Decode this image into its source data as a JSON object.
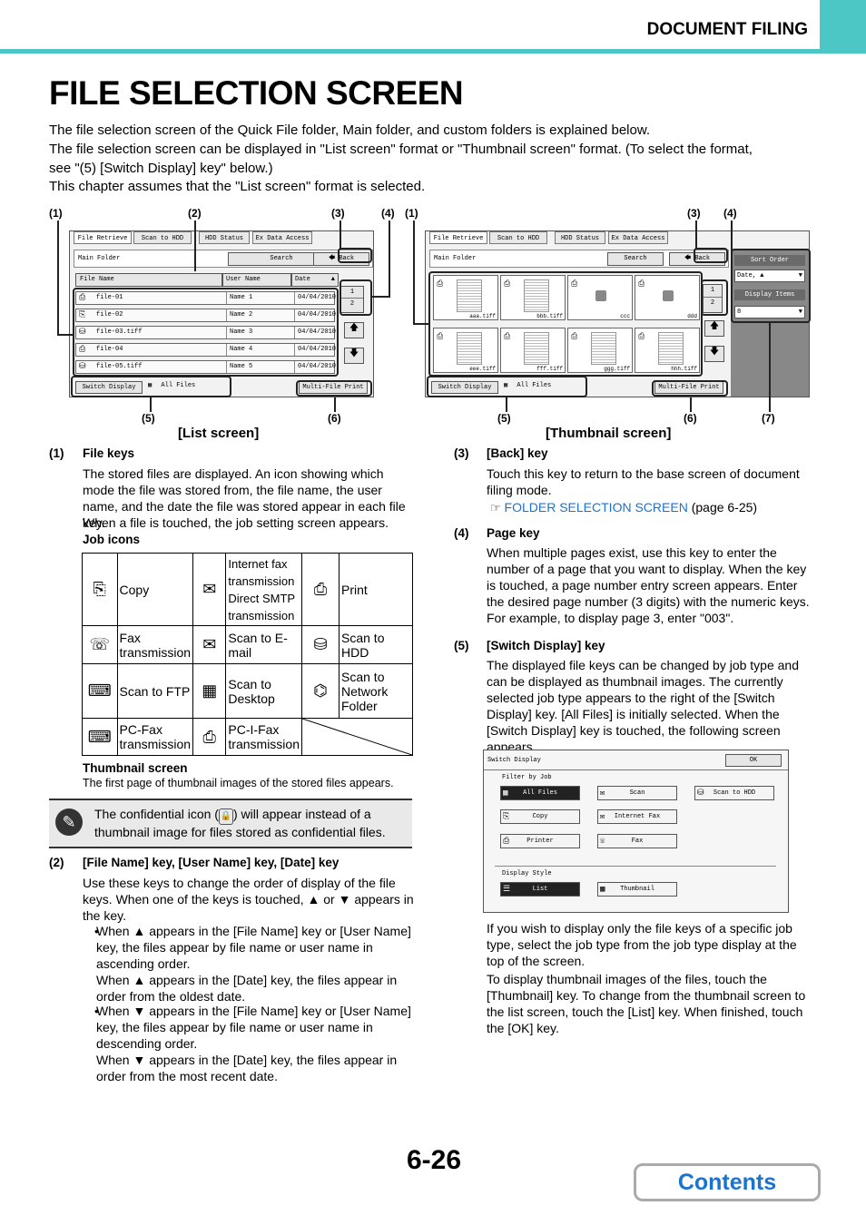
{
  "header": {
    "section": "DOCUMENT FILING",
    "title": "FILE SELECTION SCREEN"
  },
  "intro": [
    "The file selection screen of the Quick File folder, Main folder, and custom folders is explained below.",
    "The file selection screen can be displayed in \"List screen\" format or \"Thumbnail screen\" format. (To select the format,",
    "see \"(5) [Switch Display] key\" below.)",
    "This chapter assumes that the \"List screen\" format is selected."
  ],
  "list_screen": {
    "caption": "[List screen]",
    "tabs": [
      "File Retrieve",
      "Scan to HDD",
      "HDD Status",
      "Ex Data Access"
    ],
    "folder": "Main Folder",
    "search": "Search",
    "back": "Back",
    "cols": [
      "File Name",
      "User Name",
      "Date"
    ],
    "rows": [
      {
        "name": "file-01",
        "user": "Name 1",
        "date": "04/04/2010"
      },
      {
        "name": "file-02",
        "user": "Name 2",
        "date": "04/04/2010"
      },
      {
        "name": "file-03.tiff",
        "user": "Name 3",
        "date": "04/04/2010"
      },
      {
        "name": "file-04",
        "user": "Name 4",
        "date": "04/04/2010"
      },
      {
        "name": "file-05.tiff",
        "user": "Name 5",
        "date": "04/04/2010"
      }
    ],
    "page_cur": "1",
    "page_total": "2",
    "switch_display": "Switch Display",
    "all_files": "All Files",
    "multi_print": "Multi-File Print"
  },
  "thumb_screen": {
    "caption": "[Thumbnail screen]",
    "thumbs": [
      "aaa.tiff",
      "bbb.tiff",
      "ccc",
      "ddd",
      "eee.tiff",
      "fff.tiff",
      "ggg.tiff",
      "hhh.tiff"
    ],
    "sort_order": "Sort Order",
    "sort_value": "Date,",
    "display_items": "Display Items",
    "display_value": "8"
  },
  "callouts": {
    "c1": "(1)",
    "c2": "(2)",
    "c3": "(3)",
    "c4": "(4)",
    "c5": "(5)",
    "c6": "(6)",
    "c7": "(7)"
  },
  "left": {
    "s1_num": "(1)",
    "s1_head": "File keys",
    "s1_text": "The stored files are displayed. An icon showing which mode the file was stored from, the file name, the user name, and the date the file was stored appear in each file key.",
    "s1_text2": "When a file is touched, the job setting screen appears.",
    "job_icons": "Job icons",
    "table": [
      [
        "Copy",
        "Internet fax transmission Direct SMTP transmission",
        "Print"
      ],
      [
        "Fax transmission",
        "Scan to E-mail",
        "Scan to HDD"
      ],
      [
        "Scan to FTP",
        "Scan to Desktop",
        "Scan to Network Folder"
      ],
      [
        "PC-Fax transmission",
        "PC-I-Fax transmission",
        ""
      ]
    ],
    "thumb_head": "Thumbnail screen",
    "thumb_text": "The first page of thumbnail images of the stored files appears.",
    "note_a": "The confidential icon (",
    "note_b": ") will appear instead of a thumbnail image for files stored as confidential files.",
    "s2_num": "(2)",
    "s2_head": "[File Name] key, [User Name] key, [Date] key",
    "s2_text_a": "Use these keys to change the order of display of the file keys. When one of the keys is touched,",
    "s2_text_or": "or",
    "s2_text_b": "appears in the key.",
    "b1_pre": "When",
    "b1_post": "appears in the [File Name] key or [User Name] key, the files appear by file name or user name in ascending order.",
    "b1b_pre": "When",
    "b1b_post": "appears in the [Date] key, the files appear in order from the oldest date.",
    "b2_pre": "When",
    "b2_post": "appears in the [File Name] key or [User Name] key, the files appear by file name or user name in descending order.",
    "b2b_pre": "When",
    "b2b_post": "appears in the [Date] key, the files appear in order from the most recent date."
  },
  "right": {
    "s3_num": "(3)",
    "s3_head": "[Back] key",
    "s3_text": "Touch this key to return to the base screen of document filing mode.",
    "s3_link": "FOLDER SELECTION SCREEN",
    "s3_page": "(page 6-25)",
    "s4_num": "(4)",
    "s4_head": "Page key",
    "s4_text": "When multiple pages exist, use this key to enter the number of a page that you want to display. When the key is touched, a page number entry screen appears. Enter the desired page number (3 digits) with the numeric keys. For example, to display page 3, enter \"003\".",
    "s5_num": "(5)",
    "s5_head": "[Switch Display] key",
    "s5_text": "The displayed file keys can be changed by job type and can be displayed as thumbnail images. The currently selected job type appears to the right of the [Switch Display] key. [All Files] is initially selected. When the [Switch Display] key is touched, the following screen appears.",
    "s5_text2": "If you wish to display only the file keys of a specific job type, select the job type from the job type display at the top of the screen.",
    "s5_text3": "To display thumbnail images of the files, touch the [Thumbnail] key. To change from the thumbnail screen to the list screen, touch the [List] key. When finished, touch the [OK] key."
  },
  "switch_screen": {
    "title": "Switch Display",
    "ok": "OK",
    "filter_label": "Filter by Job",
    "filters": [
      "All Files",
      "Scan",
      "Scan to HDD",
      "Copy",
      "Internet Fax",
      "Printer",
      "Fax"
    ],
    "style_label": "Display Style",
    "styles": [
      "List",
      "Thumbnail"
    ]
  },
  "footer": {
    "page": "6-26",
    "contents": "Contents"
  }
}
